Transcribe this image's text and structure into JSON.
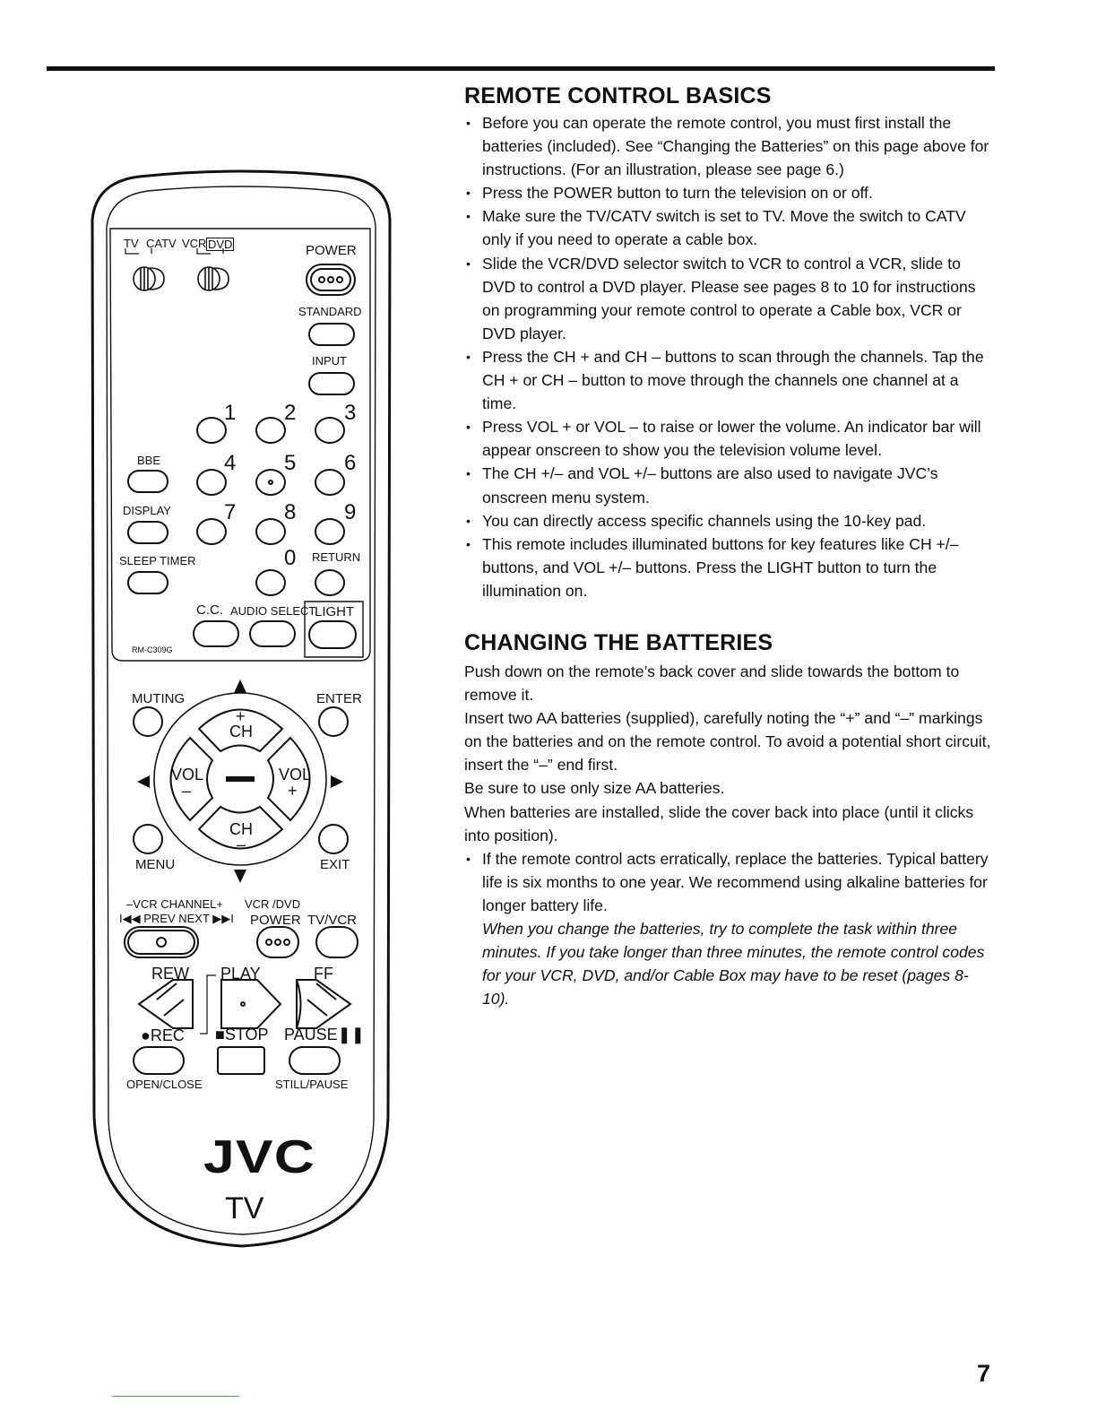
{
  "remote": {
    "switch_labels": {
      "tv": "TV",
      "catv": "CATV",
      "vcr": "VCR",
      "dvd": "DVD"
    },
    "power": "POWER",
    "standard": "STANDARD",
    "input": "INPUT",
    "digits": [
      "1",
      "2",
      "3",
      "4",
      "5",
      "6",
      "7",
      "8",
      "9",
      "0"
    ],
    "bbe": "BBE",
    "display": "DISPLAY",
    "sleep_timer": "SLEEP TIMER",
    "return": "RETURN",
    "cc": "C.C.",
    "audio_select": "AUDIO SELECT",
    "light": "LIGHT",
    "model": "RM-C309G",
    "muting": "MUTING",
    "enter": "ENTER",
    "menu": "MENU",
    "exit": "EXIT",
    "ch": "CH",
    "vol": "VOL",
    "plus": "+",
    "minus": "–",
    "vcr_channel": "–VCR CHANNEL+",
    "vcr_dvd": "VCR /DVD",
    "prev_next": "I◀◀ PREV NEXT ▶▶I",
    "vcr_power": "POWER",
    "tv_vcr": "TV/VCR",
    "rew": "REW",
    "play": "PLAY",
    "ff": "FF",
    "rec": "●REC",
    "stop": "■STOP",
    "pause": "PAUSE❚❚",
    "open_close": "OPEN/CLOSE",
    "still_pause": "STILL/PAUSE",
    "brand": "JVC",
    "device": "TV"
  },
  "basics": {
    "title": "REMOTE CONTROL BASICS",
    "bullets": [
      "Before you can operate the remote control, you must first install the batteries (included). See “Changing the Batteries” on this page above for instructions. (For an illustration, please see page 6.)",
      "Press the POWER button to turn the television on or off.",
      "Make sure the TV/CATV switch is set to TV. Move the switch to CATV only if you need to operate a cable box.",
      "Slide the VCR/DVD selector switch to VCR to control a VCR, slide to DVD to control a DVD player. Please see pages 8 to 10 for instructions on programming your remote control to operate a Cable box, VCR or DVD player.",
      "Press the CH + and CH – buttons to scan through the channels. Tap the CH + or CH – button to move through the channels one channel at a time.",
      "Press VOL + or VOL – to raise or lower the volume. An indicator bar will appear onscreen to show you the television volume level.",
      "The CH +/– and VOL +/– buttons are also used to navigate JVC’s onscreen menu system.",
      "You can directly access specific channels using the 10-key pad.",
      "This remote includes illuminated buttons for key features like CH +/– buttons, and VOL +/– buttons. Press the LIGHT button to turn the illumination on."
    ]
  },
  "batteries": {
    "title": "CHANGING THE BATTERIES",
    "paragraphs": [
      "Push down on the remote’s back cover and slide towards the bottom to remove it.",
      "Insert two AA batteries (supplied), carefully noting the “+” and “–” markings on the batteries and on the remote control. To avoid a potential short circuit, insert the “–” end first.",
      "Be sure to use only size AA batteries.",
      "When batteries are installed, slide the cover back into place (until it clicks into position)."
    ],
    "bullet": "If the remote control acts erratically, replace the batteries. Typical battery life is six months to one year. We recommend using alkaline batteries for longer battery life.",
    "note": "When you change the batteries, try to complete the task within three minutes. If you take longer than three minutes, the remote control codes for your VCR, DVD, and/or Cable Box may have to be reset (pages 8-10)."
  },
  "page_number": "7"
}
